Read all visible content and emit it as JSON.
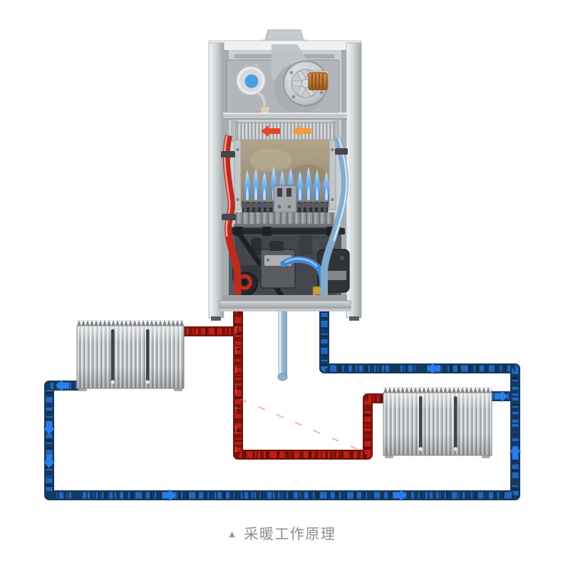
{
  "caption": {
    "marker": "▲",
    "text": "采暖工作原理"
  },
  "colors": {
    "pipe-red-dark": "#7c130c",
    "pipe-red-bright": "#c92417",
    "pipe-blue-dark": "#16395f",
    "pipe-blue-bright": "#2574d4",
    "flow-arrow-blue": "#2b7de8",
    "flame-blue": "#4f95e4",
    "condensate-blue": "#9db9ce",
    "pressure-switch-blue": "#4a9fe0",
    "fan-coil-copper": "#bf7a30",
    "pump-red": "#c22c20",
    "hx-arrow-red": "#e2472a",
    "hx-arrow-orange": "#f29b3a",
    "radiator-gray": "#c4c7ca",
    "caption-gray": "#8b8b8b"
  },
  "diagram": {
    "boiler": {
      "components": [
        "flue-outlet",
        "air-pressure-switch",
        "fan-assembly",
        "fan-motor-coil",
        "heat-exchanger",
        "combustion-chamber",
        "burner-flames",
        "burner",
        "circulation-pump",
        "gas-valve",
        "supply-pipe",
        "return-pipe",
        "condensate-drain-pipe"
      ],
      "heat_exchanger_arrows": [
        "left-red",
        "left-orange"
      ],
      "flame_count": 10
    },
    "loop": {
      "supply_pipe": "red",
      "return_pipe": "blue",
      "return_flow_arrow_count": 8
    },
    "radiators": {
      "left": {
        "sections": 3
      },
      "right": {
        "sections": 3
      }
    }
  }
}
